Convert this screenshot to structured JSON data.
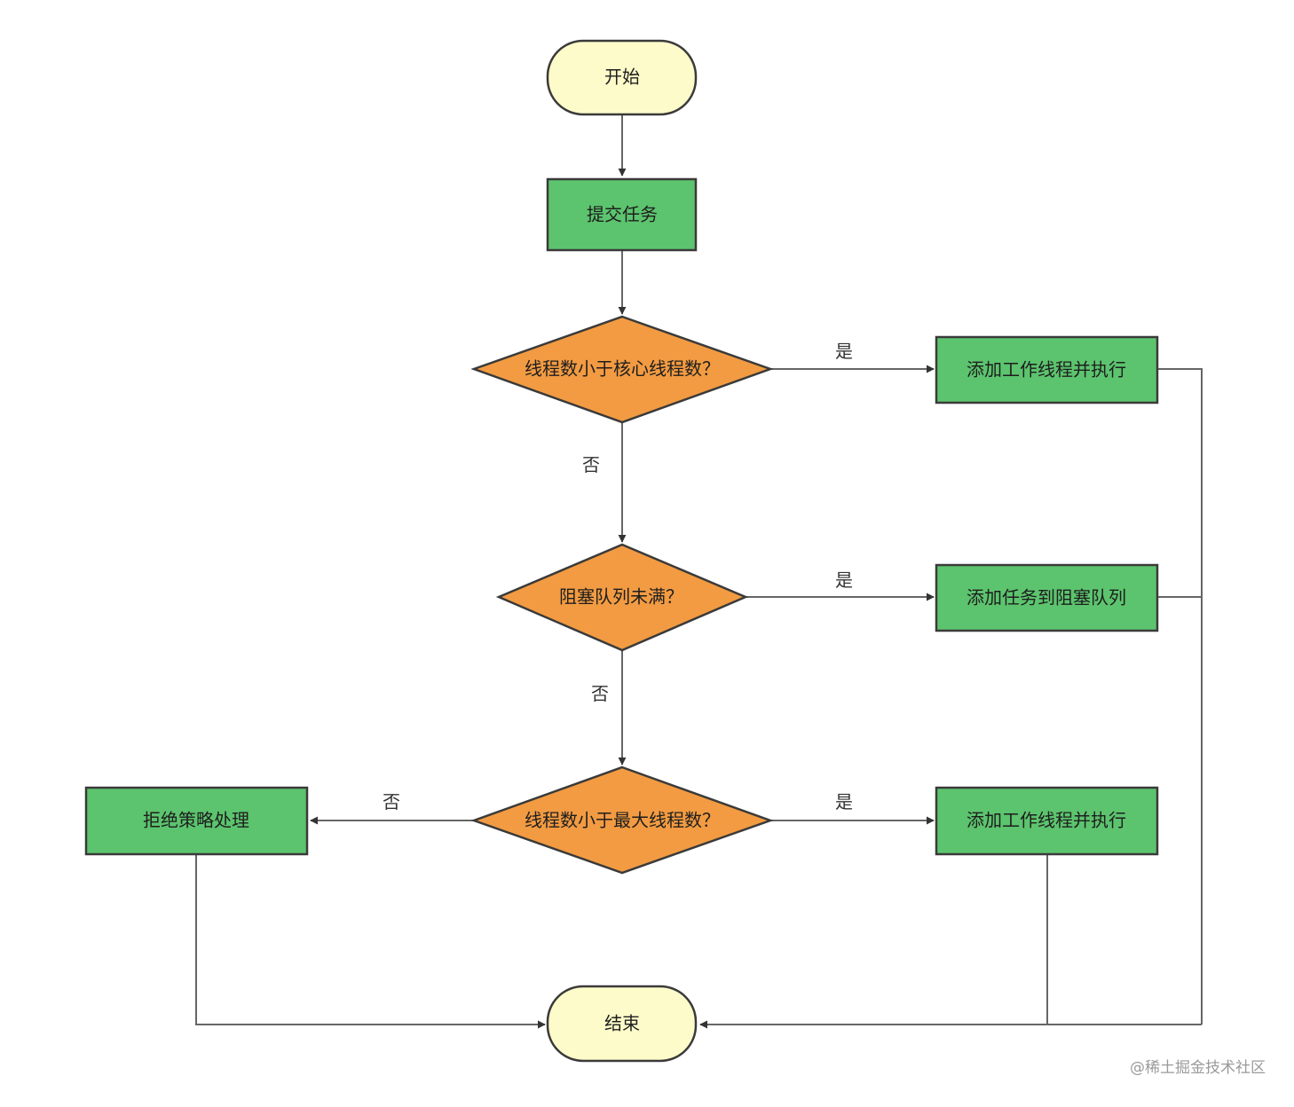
{
  "colors": {
    "terminal_fill": "#fdfbc9",
    "process_fill": "#5cc46e",
    "decision_fill": "#f29b42",
    "stroke": "#3a3a3a",
    "edge": "#666666",
    "arrowhead": "#333333"
  },
  "nodes": {
    "start": "开始",
    "submit": "提交任务",
    "d_core": "线程数小于核心线程数？",
    "add_worker_core": "添加工作线程并执行",
    "d_queue": "阻塞队列未满？",
    "add_to_queue": "添加任务到阻塞队列",
    "d_max": "线程数小于最大线程数？",
    "add_worker_max": "添加工作线程并执行",
    "reject": "拒绝策略处理",
    "end": "结束"
  },
  "edge_labels": {
    "core_yes": "是",
    "core_no": "否",
    "queue_yes": "是",
    "queue_no": "否",
    "max_yes": "是",
    "max_no": "否"
  },
  "watermark": "@稀土掘金技术社区"
}
